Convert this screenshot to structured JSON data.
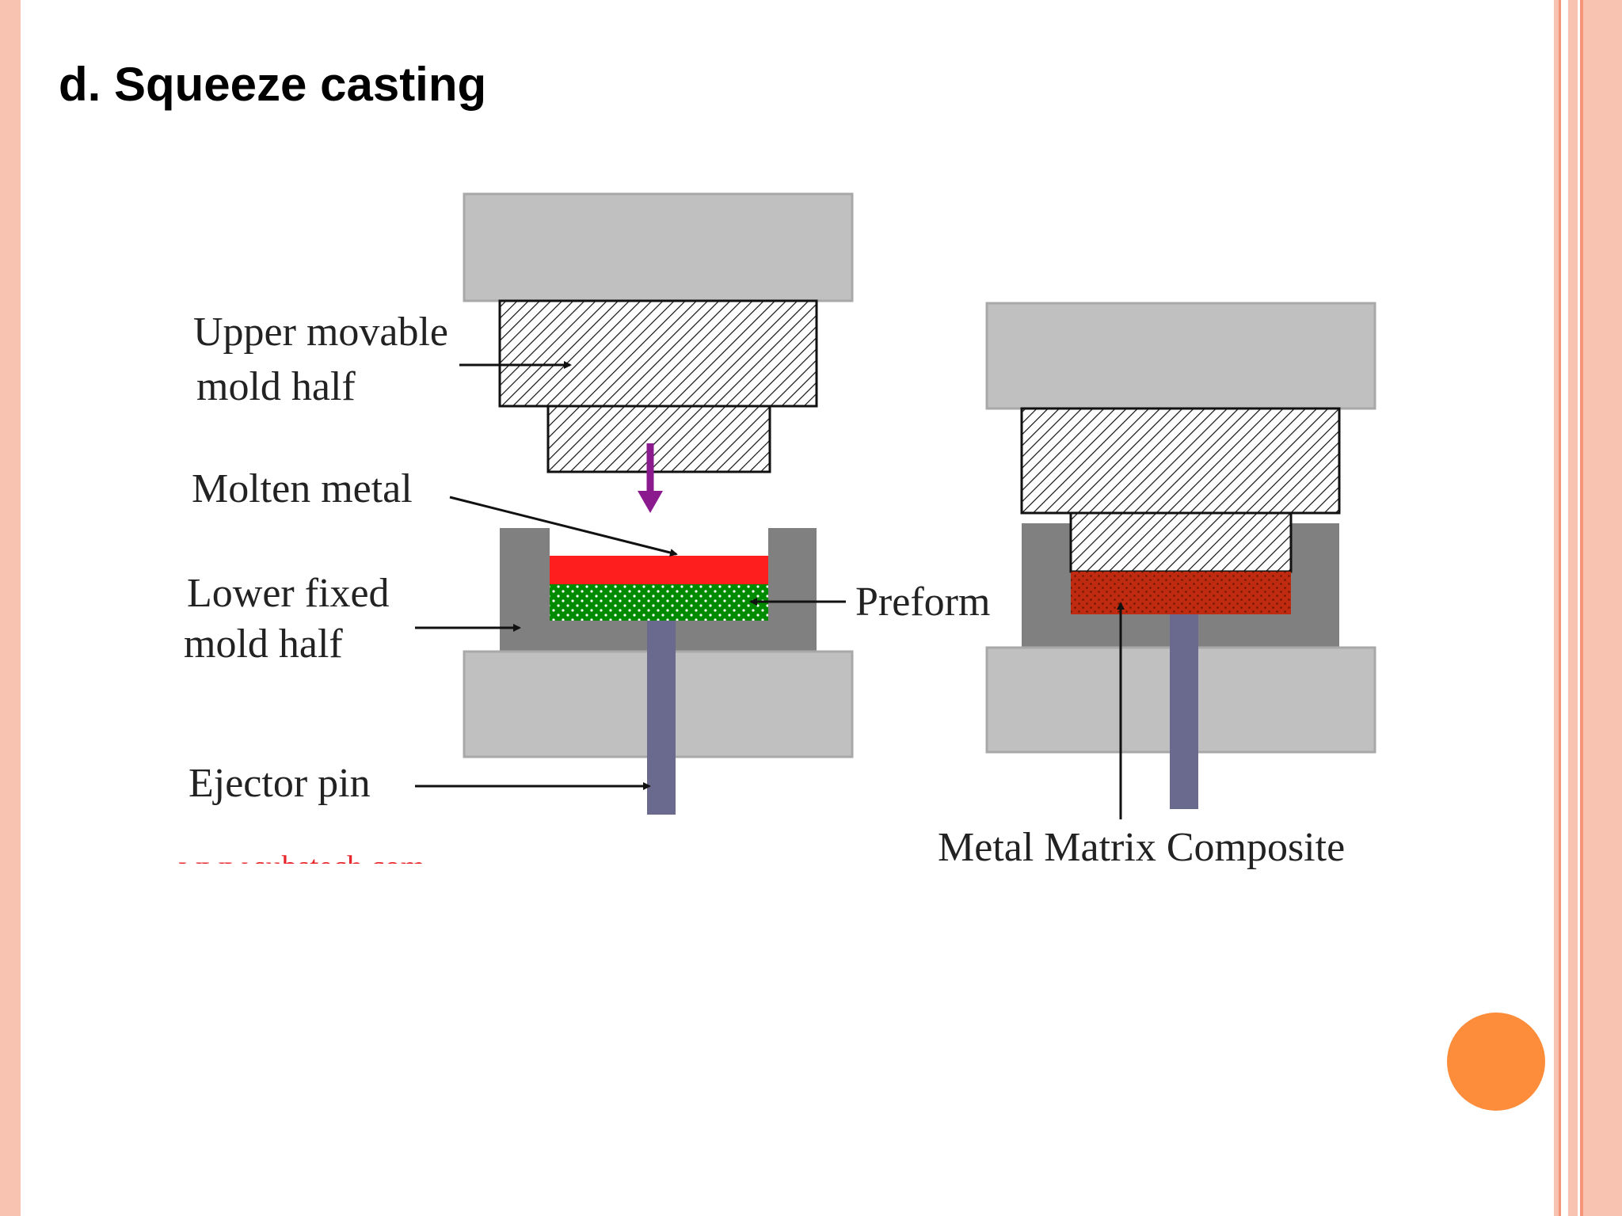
{
  "slide": {
    "title": "d. Squeeze casting",
    "colors": {
      "border": "#f9c3b1",
      "border_line": "#f4957a",
      "accent_dot": "#fd8c3b"
    },
    "decor": {
      "accent_dot_icon": "orange-circle"
    }
  },
  "diagram": {
    "colors": {
      "platen": "#c0c0c0",
      "lower_mold": "#808080",
      "molten_metal": "#ff1e1e",
      "preform": "#008a00",
      "composite": "#c02a10",
      "ejector_pin": "#6a6a8e",
      "arrow_purple": "#8b1a8e"
    },
    "labels": {
      "upper_mold_line1": "Upper movable",
      "upper_mold_line2": "mold half",
      "molten_metal": "Molten metal",
      "lower_mold_line1": "Lower fixed",
      "lower_mold_line2": "mold half",
      "ejector_pin": "Ejector pin",
      "preform": "Preform",
      "metal_matrix_composite": "Metal Matrix Composite"
    },
    "watermark": "www.substech.com"
  }
}
